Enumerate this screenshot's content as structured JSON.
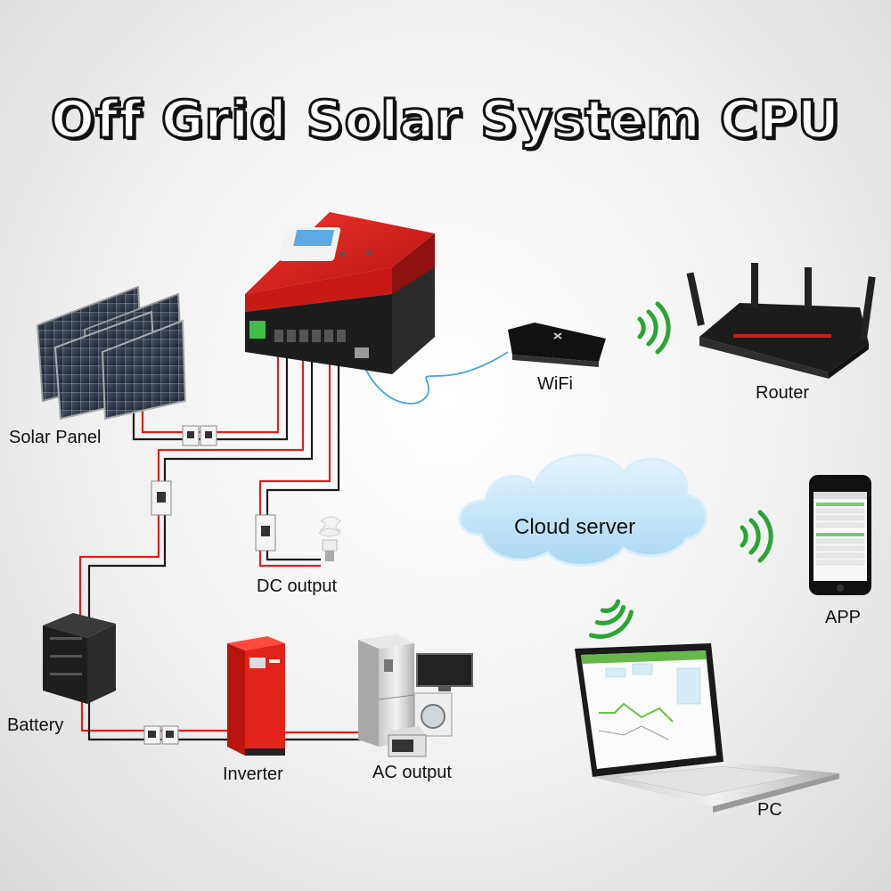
{
  "title": "Off Grid Solar System CPU",
  "labels": {
    "solar_panel": "Solar Panel",
    "dc_output": "DC output",
    "battery": "Battery",
    "inverter": "Inverter",
    "ac_output": "AC output",
    "wifi": "WiFi",
    "router": "Router",
    "cloud_server": "Cloud server",
    "app": "APP",
    "pc": "PC"
  },
  "colors": {
    "positive_wire": "#e0201c",
    "negative_wire": "#1a1a1a",
    "network_cable": "#4aa3df",
    "signal": "#2aa532",
    "controller_red": "#d8231e",
    "cloud": "#bfe3f7"
  }
}
